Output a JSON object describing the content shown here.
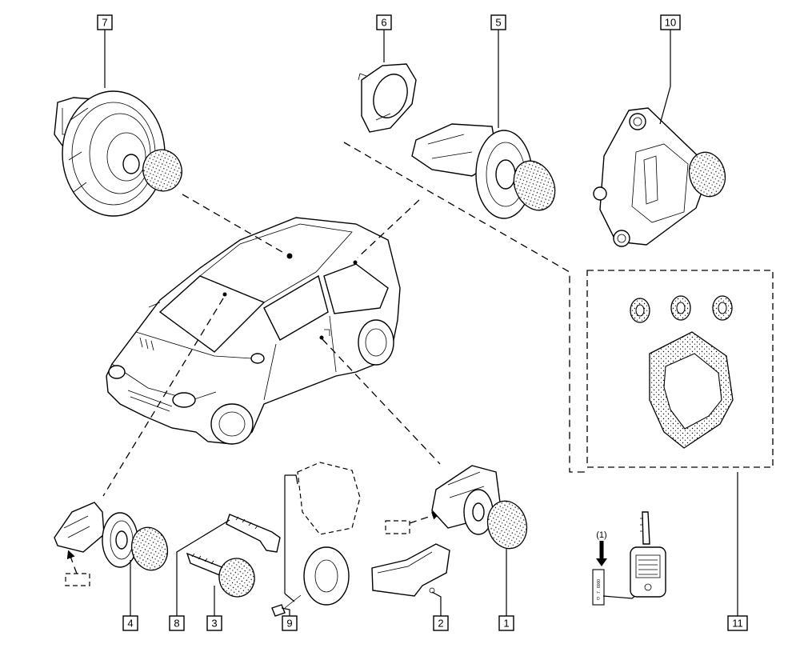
{
  "callouts": {
    "c7": "7",
    "c6": "6",
    "c5": "5",
    "c10": "10",
    "c4": "4",
    "c8": "8",
    "c3": "3",
    "c9": "9",
    "c2": "2",
    "c1": "1",
    "c11": "11"
  },
  "annotations": {
    "key_note": "(1)",
    "tag_code": "7 . 8000",
    "tag_letter": "D"
  },
  "icons": [
    "car-icon",
    "fuel-cap-lock-icon",
    "lock-barrel-icon",
    "key-icon",
    "steering-lock-icon",
    "seal-kit-icon",
    "key-tag-icon"
  ]
}
